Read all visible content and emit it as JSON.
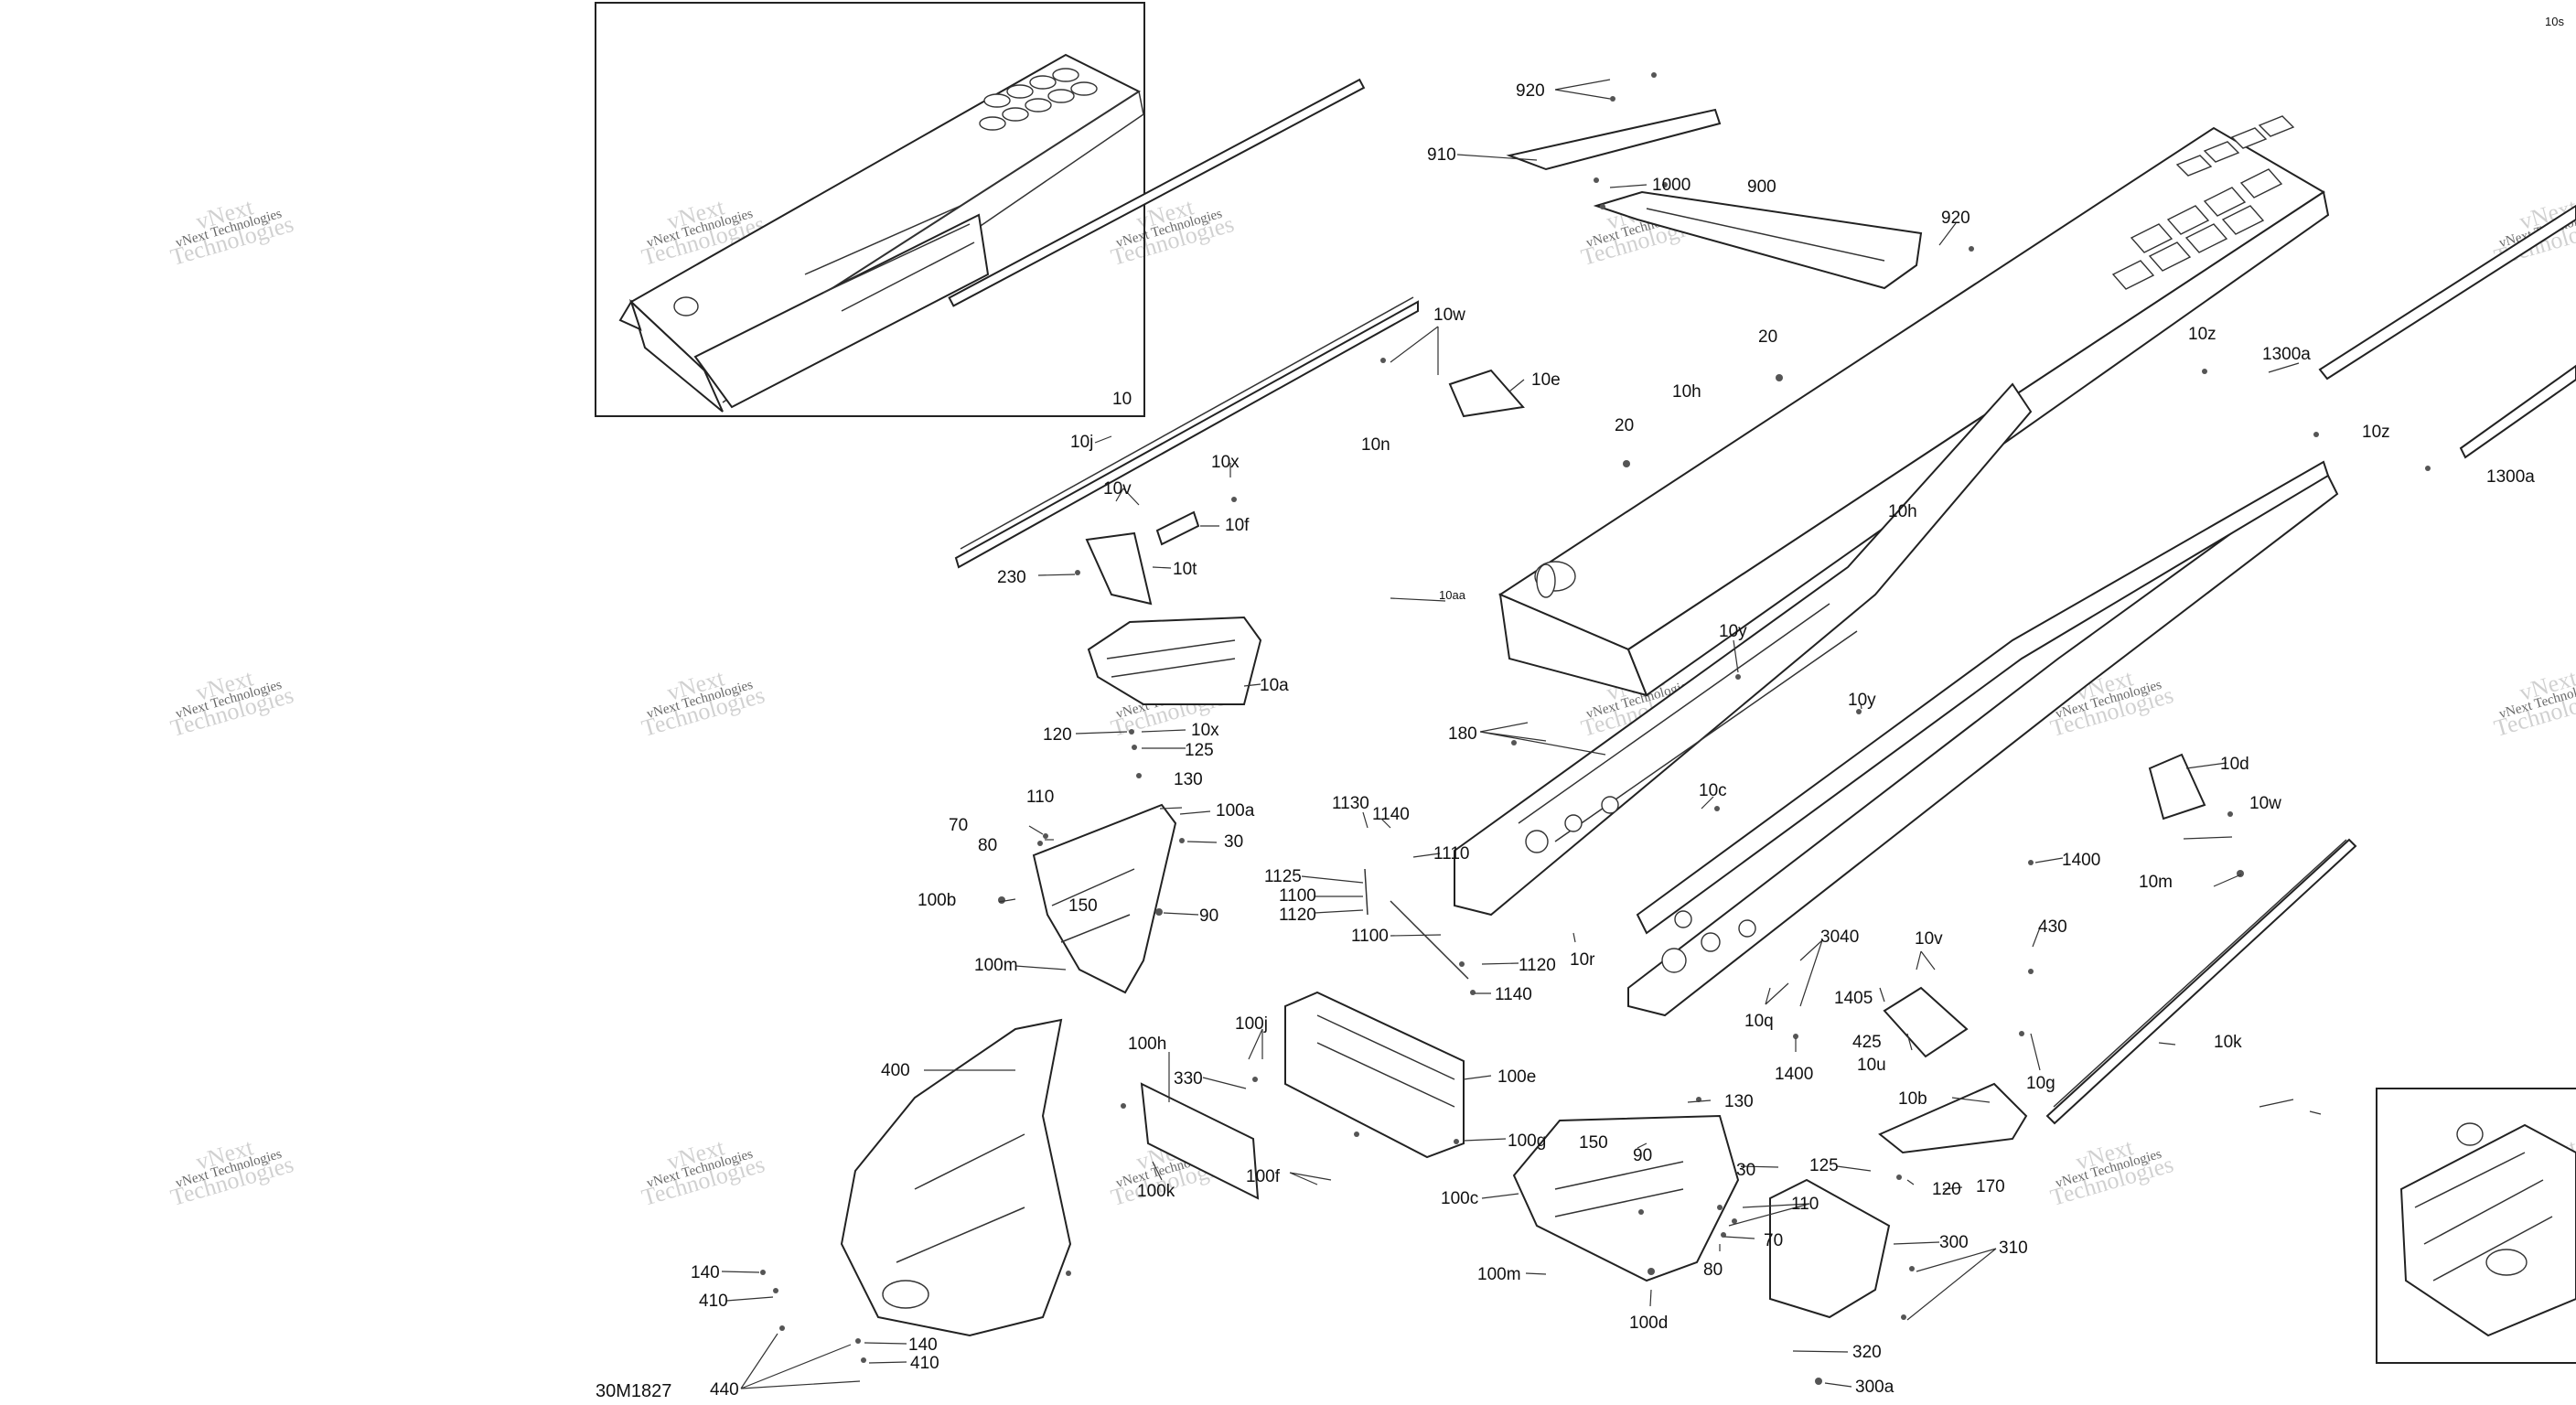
{
  "diagram": {
    "drawing_code": "30M1827",
    "inset_left_label": "10",
    "corner_label": "10s",
    "watermark": {
      "line1": "vNext",
      "line2": "Technologies"
    },
    "labels": [
      "920",
      "910",
      "1000",
      "900",
      "920",
      "10",
      "10w",
      "10e",
      "10n",
      "10j",
      "10x",
      "10v",
      "10f",
      "10t",
      "230",
      "20",
      "20",
      "10h",
      "10h",
      "10z",
      "10z",
      "1300a",
      "1300a",
      "10aa",
      "10a",
      "120",
      "10x",
      "125",
      "130",
      "180",
      "10y",
      "10y",
      "10c",
      "10d",
      "10w",
      "110",
      "100a",
      "70",
      "80",
      "30",
      "100b",
      "150",
      "90",
      "100m",
      "1130",
      "1140",
      "1110",
      "1125",
      "1100",
      "1120",
      "1100",
      "1120",
      "1140",
      "10r",
      "1400",
      "10m",
      "430",
      "3040",
      "10v",
      "10q",
      "1405",
      "425",
      "10u",
      "1400",
      "10g",
      "10k",
      "10b",
      "100j",
      "100h",
      "330",
      "100e",
      "400",
      "100g",
      "100f",
      "100k",
      "150",
      "90",
      "130",
      "125",
      "120",
      "170",
      "30",
      "100c",
      "110",
      "70",
      "80",
      "300",
      "100m",
      "100d",
      "310",
      "140",
      "410",
      "440",
      "140",
      "410",
      "320",
      "300a"
    ]
  }
}
